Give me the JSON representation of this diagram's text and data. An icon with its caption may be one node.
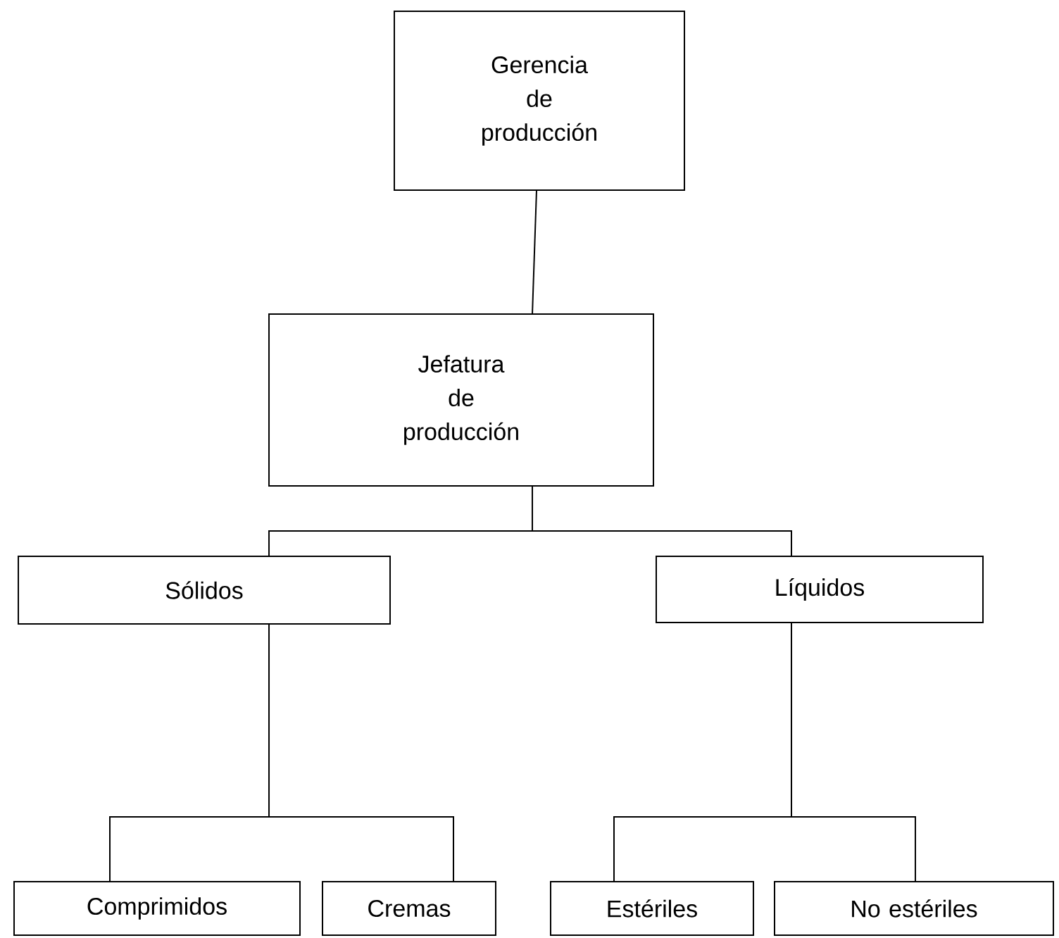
{
  "diagram": {
    "nodes": [
      {
        "text": [
          "Gerencia de producción"
        ]
      },
      {
        "text": [
          "Jefatura de producción"
        ]
      },
      {
        "text": [
          "Sólidos"
        ]
      },
      {
        "text": [
          "Líquidos"
        ]
      },
      {
        "text": [
          "Comprimidos"
        ]
      },
      {
        "text": [
          "Cremas"
        ]
      },
      {
        "text": [
          "Estériles"
        ]
      },
      {
        "text": [
          "No estériles"
        ]
      }
    ],
    "edges": [
      {
        "from": 0,
        "to": 1,
        "arrow": "none"
      },
      {
        "from": 1,
        "to": 2,
        "arrow": "none"
      },
      {
        "from": 1,
        "to": 3,
        "arrow": "none"
      },
      {
        "from": 2,
        "to": 4,
        "arrow": "none"
      },
      {
        "from": 2,
        "to": 5,
        "arrow": "none"
      },
      {
        "from": 3,
        "to": 6,
        "arrow": "none"
      },
      {
        "from": 3,
        "to": 7,
        "arrow": "none"
      }
    ]
  }
}
